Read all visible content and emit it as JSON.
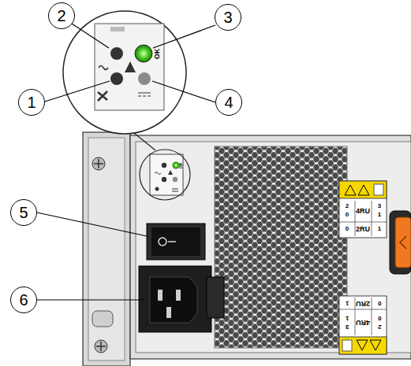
{
  "diagram": {
    "nodes": [
      {
        "text": [
          "2"
        ]
      },
      {
        "text": [
          "3"
        ]
      },
      {
        "text": [
          "1"
        ]
      },
      {
        "text": [
          "4"
        ]
      },
      {
        "text": [
          "5"
        ]
      },
      {
        "text": [
          "6"
        ]
      }
    ],
    "labels": [
      "OK",
      "OK",
      "2",
      "0",
      "4RU",
      "3",
      "1",
      "0",
      "2RU",
      "1",
      "0",
      "2RU",
      "1",
      "2",
      "0",
      "4RU",
      "3",
      "1"
    ]
  }
}
